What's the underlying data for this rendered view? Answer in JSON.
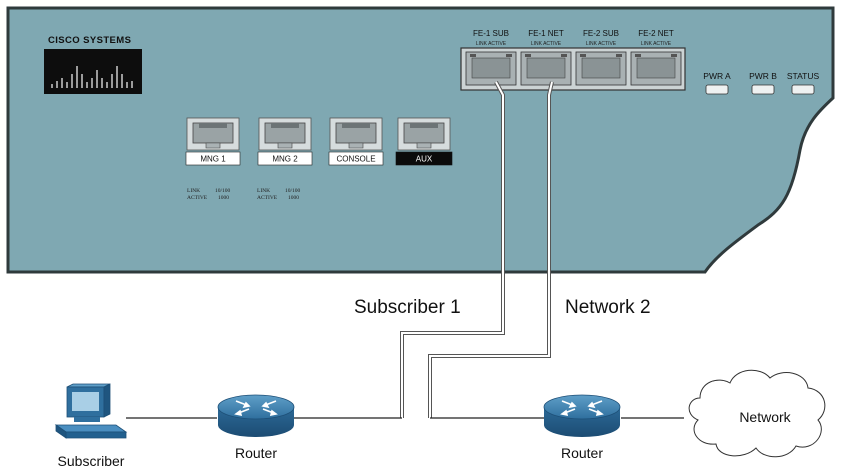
{
  "brand": {
    "name": "Cisco Systems"
  },
  "mgmt_ports": [
    {
      "label": "MNG 1",
      "status": [
        "LINK",
        "ACTIVE",
        "10/100",
        "1000"
      ]
    },
    {
      "label": "MNG 2",
      "status": [
        "LINK",
        "ACTIVE",
        "10/100",
        "1000"
      ]
    },
    {
      "label": "CONSOLE"
    },
    {
      "label": "AUX"
    }
  ],
  "fe_ports": [
    {
      "label": "FE-1 SUB",
      "sub": "LINK ACTIVE"
    },
    {
      "label": "FE-1 NET",
      "sub": "LINK ACTIVE"
    },
    {
      "label": "FE-2 SUB",
      "sub": "LINK ACTIVE"
    },
    {
      "label": "FE-2 NET",
      "sub": "LINK ACTIVE"
    }
  ],
  "leds": [
    "PWR A",
    "PWR B",
    "STATUS"
  ],
  "links": {
    "subscriber": "Subscriber 1",
    "network": "Network 2"
  },
  "nodes": {
    "subscriber": "Subscriber",
    "router_left": "Router",
    "router_right": "Router",
    "network": "Network"
  },
  "colors": {
    "chassis": "#7fa8b2",
    "cable": "#ffffff",
    "router": "#3a7fae"
  }
}
